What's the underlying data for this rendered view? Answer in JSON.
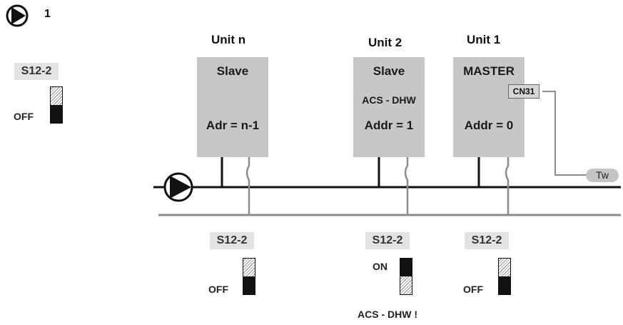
{
  "header": {
    "step_number": "1"
  },
  "legend": {
    "switch_label": "S12-2",
    "state_label": "OFF"
  },
  "units": [
    {
      "title": "Unit n",
      "role": "Slave",
      "subtitle": "",
      "address": "Adr = n-1"
    },
    {
      "title": "Unit 2",
      "role": "Slave",
      "subtitle": "ACS - DHW",
      "address": "Addr = 1"
    },
    {
      "title": "Unit 1",
      "role": "MASTER",
      "subtitle": "",
      "address": "Addr = 0"
    }
  ],
  "connector": {
    "label": "CN31"
  },
  "sensor": {
    "label": "Tw"
  },
  "switches": [
    {
      "label": "S12-2",
      "state": "OFF"
    },
    {
      "label": "S12-2",
      "state": "ON"
    },
    {
      "label": "S12-2",
      "state": "OFF"
    }
  ],
  "note": "ACS - DHW !"
}
